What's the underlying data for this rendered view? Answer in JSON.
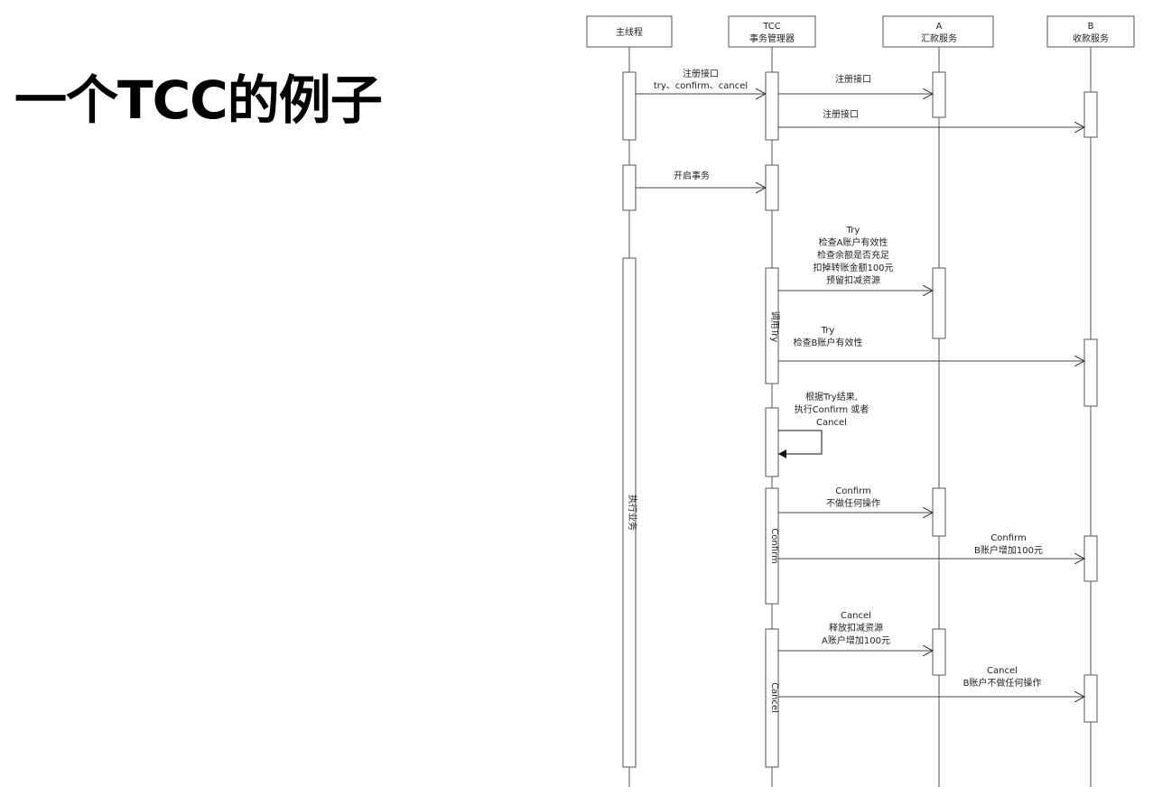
{
  "slide": {
    "title": "一个TCC的例子"
  },
  "participants": [
    {
      "id": "main",
      "lines": [
        "主线程"
      ]
    },
    {
      "id": "tcc",
      "lines": [
        "TCC",
        "事务管理器"
      ]
    },
    {
      "id": "a",
      "lines": [
        "A",
        "汇款服务"
      ]
    },
    {
      "id": "b",
      "lines": [
        "B",
        "收款服务"
      ]
    }
  ],
  "messages": [
    {
      "id": "reg-main",
      "lines": [
        "注册接口",
        "try、confirm、cancel"
      ]
    },
    {
      "id": "reg-a",
      "lines": [
        "注册接口"
      ]
    },
    {
      "id": "reg-b",
      "lines": [
        "注册接口"
      ]
    },
    {
      "id": "open-tx",
      "lines": [
        "开启事务"
      ]
    },
    {
      "id": "try-a",
      "lines": [
        "Try",
        "检查A账户有效性",
        "检查余额是否充足",
        "扣掉转账金额100元",
        "预留扣减资源"
      ]
    },
    {
      "id": "try-b",
      "lines": [
        "Try",
        "检查B账户有效性"
      ]
    },
    {
      "id": "decide",
      "lines": [
        "根据Try结果,",
        "执行Confirm 或者",
        "Cancel"
      ]
    },
    {
      "id": "confirm-a",
      "lines": [
        "Confirm",
        "不做任何操作"
      ]
    },
    {
      "id": "confirm-b",
      "lines": [
        "Confirm",
        "B账户增加100元"
      ]
    },
    {
      "id": "cancel-a",
      "lines": [
        "Cancel",
        "释放扣减资源",
        "A账户增加100元"
      ]
    },
    {
      "id": "cancel-b",
      "lines": [
        "Cancel",
        "B账户不做任何操作"
      ]
    }
  ],
  "phase_labels": {
    "business": "执行业务",
    "try": "调用Try",
    "confirm": "Confirm",
    "cancel": "Cancel"
  }
}
